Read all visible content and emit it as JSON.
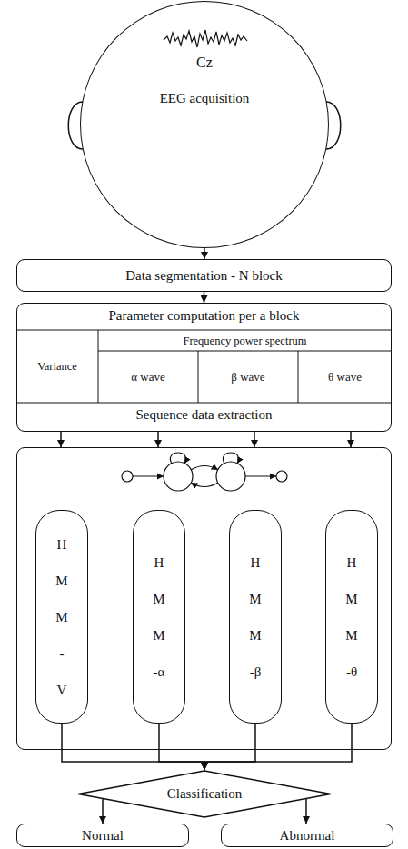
{
  "diagram": {
    "nodes": [
      {
        "text": [
          "Cz",
          "EEG acquisition"
        ]
      },
      {
        "text": [
          "Data segmentation - N block"
        ]
      },
      {
        "text": [
          "Parameter computation per a block",
          "Sequence data extraction"
        ]
      },
      {
        "text": []
      },
      {
        "text": [
          "HMM-V"
        ],
        "in": 3
      },
      {
        "text": [
          "HMM-α"
        ],
        "in": 3
      },
      {
        "text": [
          "HMM-β"
        ],
        "in": 3
      },
      {
        "text": [
          "HMM-θ"
        ],
        "in": 3
      },
      {
        "text": [
          "Classification"
        ]
      },
      {
        "text": [
          "Normal"
        ]
      },
      {
        "text": [
          "Abnormal"
        ]
      }
    ],
    "edges": [
      {
        "from": 0,
        "to": 1,
        "arrow": "to"
      },
      {
        "from": 1,
        "to": 2,
        "arrow": "to"
      },
      {
        "from": 2,
        "to": 3,
        "arrow": "to"
      },
      {
        "from": 2,
        "to": 3,
        "arrow": "to"
      },
      {
        "from": 2,
        "to": 3,
        "arrow": "to"
      },
      {
        "from": 2,
        "to": 3,
        "arrow": "to"
      },
      {
        "from": 4,
        "to": 8,
        "arrow": "to"
      },
      {
        "from": 5,
        "to": 8,
        "arrow": "to"
      },
      {
        "from": 6,
        "to": 8,
        "arrow": "to"
      },
      {
        "from": 7,
        "to": 8,
        "arrow": "to"
      },
      {
        "from": 8,
        "to": 9,
        "arrow": "to"
      },
      {
        "from": 8,
        "to": 10,
        "arrow": "to"
      }
    ],
    "labels": [
      "Frequency power spectrum",
      "Variance",
      "α wave",
      "β wave",
      "θ wave"
    ]
  }
}
